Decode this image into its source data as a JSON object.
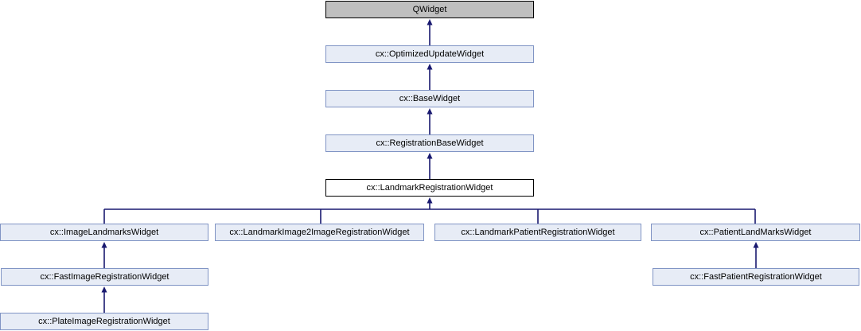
{
  "diagram": {
    "type": "class-inheritance-graph",
    "current_class": "cx::LandmarkRegistrationWidget",
    "nodes": {
      "qwidget": {
        "label": "QWidget",
        "style": "external"
      },
      "optimized_update_widget": {
        "label": "cx::OptimizedUpdateWidget",
        "style": "normal"
      },
      "base_widget": {
        "label": "cx::BaseWidget",
        "style": "normal"
      },
      "registration_base_widget": {
        "label": "cx::RegistrationBaseWidget",
        "style": "normal"
      },
      "landmark_registration_widget": {
        "label": "cx::LandmarkRegistrationWidget",
        "style": "current"
      },
      "image_landmarks_widget": {
        "label": "cx::ImageLandmarksWidget",
        "style": "normal"
      },
      "landmark_image2image_registration_widget": {
        "label": "cx::LandmarkImage2ImageRegistrationWidget",
        "style": "normal"
      },
      "landmark_patient_registration_widget": {
        "label": "cx::LandmarkPatientRegistrationWidget",
        "style": "normal"
      },
      "patient_landmarks_widget": {
        "label": "cx::PatientLandMarksWidget",
        "style": "normal"
      },
      "fast_image_registration_widget": {
        "label": "cx::FastImageRegistrationWidget",
        "style": "normal"
      },
      "fast_patient_registration_widget": {
        "label": "cx::FastPatientRegistrationWidget",
        "style": "normal"
      },
      "plate_image_registration_widget": {
        "label": "cx::PlateImageRegistrationWidget",
        "style": "normal"
      }
    },
    "edges": [
      {
        "from": "cx::OptimizedUpdateWidget",
        "to": "QWidget"
      },
      {
        "from": "cx::BaseWidget",
        "to": "cx::OptimizedUpdateWidget"
      },
      {
        "from": "cx::RegistrationBaseWidget",
        "to": "cx::BaseWidget"
      },
      {
        "from": "cx::LandmarkRegistrationWidget",
        "to": "cx::RegistrationBaseWidget"
      },
      {
        "from": "cx::ImageLandmarksWidget",
        "to": "cx::LandmarkRegistrationWidget"
      },
      {
        "from": "cx::LandmarkImage2ImageRegistrationWidget",
        "to": "cx::LandmarkRegistrationWidget"
      },
      {
        "from": "cx::LandmarkPatientRegistrationWidget",
        "to": "cx::LandmarkRegistrationWidget"
      },
      {
        "from": "cx::PatientLandMarksWidget",
        "to": "cx::LandmarkRegistrationWidget"
      },
      {
        "from": "cx::FastImageRegistrationWidget",
        "to": "cx::ImageLandmarksWidget"
      },
      {
        "from": "cx::PlateImageRegistrationWidget",
        "to": "cx::FastImageRegistrationWidget"
      },
      {
        "from": "cx::FastPatientRegistrationWidget",
        "to": "cx::PatientLandMarksWidget"
      }
    ],
    "colors": {
      "node_fill": "#e7ecf6",
      "node_border": "#8094c4",
      "current_node_fill": "#ffffff",
      "current_node_border": "#000000",
      "external_node_fill": "#bfbfbf",
      "external_node_border": "#000000",
      "edge": "#191970",
      "text": "#000000",
      "background": "#ffffff"
    }
  }
}
